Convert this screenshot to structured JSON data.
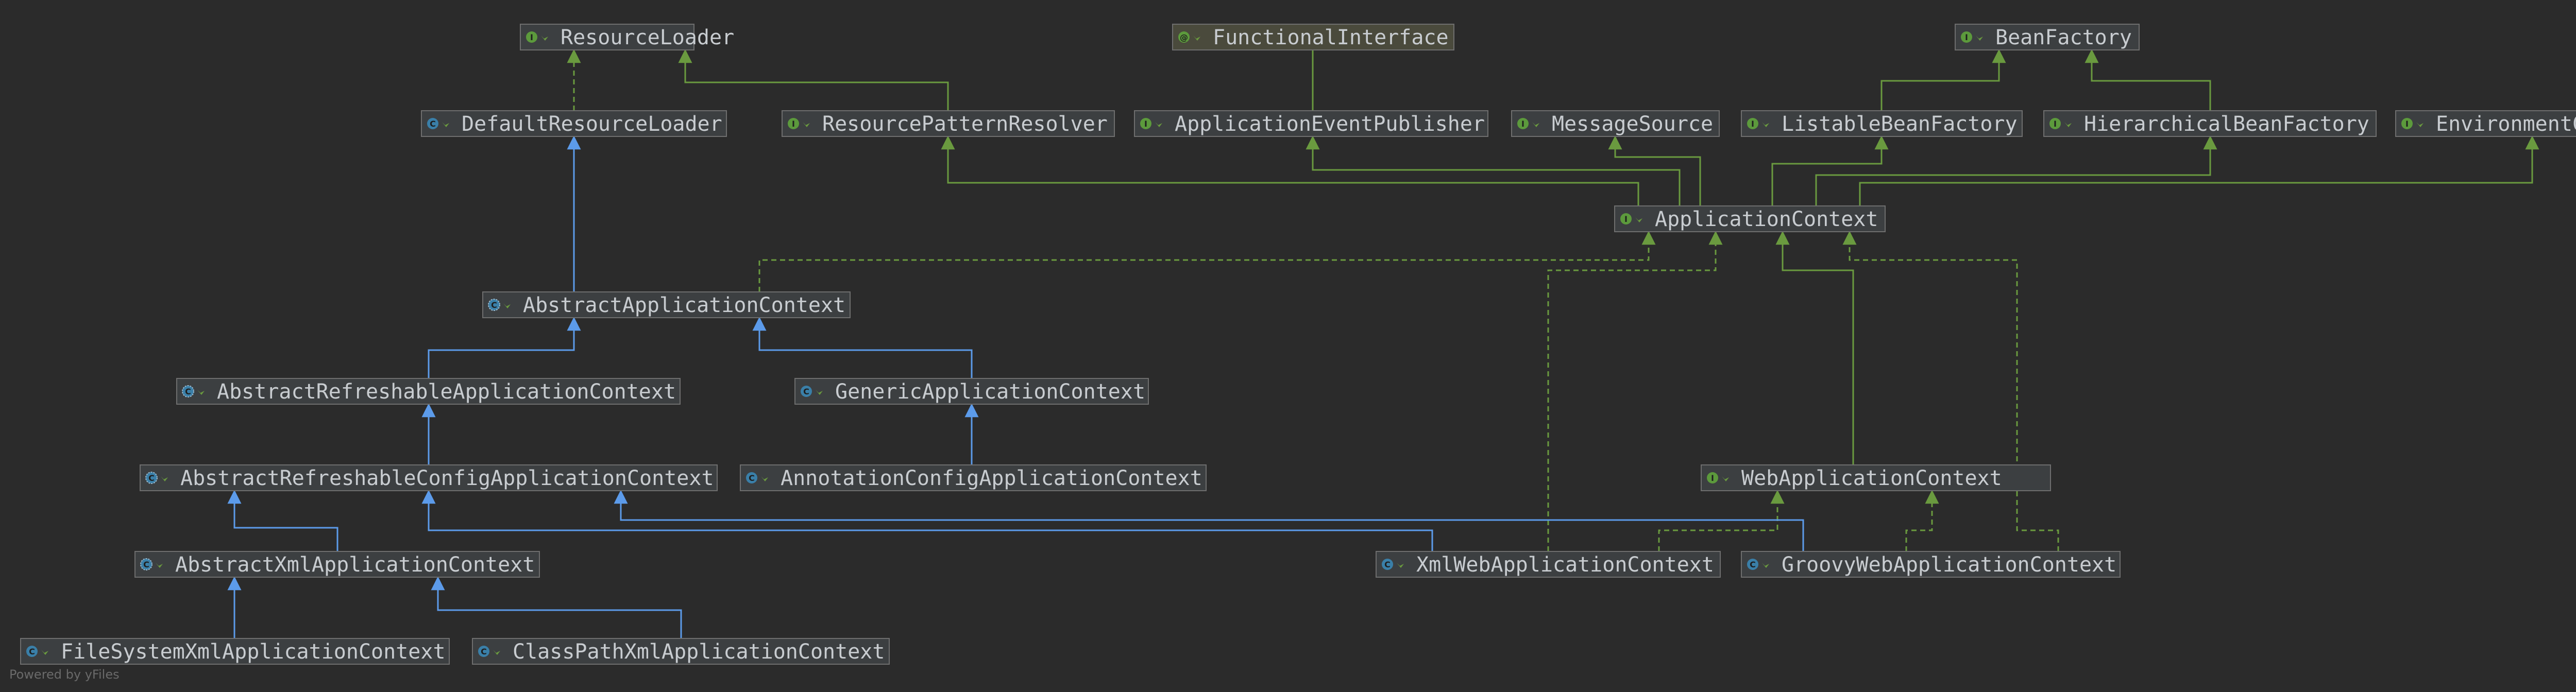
{
  "colors": {
    "background": "#2b2b2b",
    "implements_edge": "#6a9a3f",
    "extends_edge": "#5c9bea",
    "interface_icon": "#5c9a3c",
    "class_icon": "#3a7fa8",
    "annotation_icon": "#5c9a3c"
  },
  "legend_icons": {
    "interface": "interface-i-icon",
    "class": "class-c-icon",
    "abstract_class": "abstract-class-icon",
    "annotation": "annotation-at-icon",
    "public": "public-visibility-icon"
  },
  "nodes": [
    {
      "id": "ResourceLoader",
      "kind": "interface",
      "label": "ResourceLoader"
    },
    {
      "id": "FunctionalInterface",
      "kind": "annotation",
      "label": "FunctionalInterface"
    },
    {
      "id": "BeanFactory",
      "kind": "interface",
      "label": "BeanFactory"
    },
    {
      "id": "DefaultResourceLoader",
      "kind": "class",
      "label": "DefaultResourceLoader"
    },
    {
      "id": "ResourcePatternResolver",
      "kind": "interface",
      "label": "ResourcePatternResolver"
    },
    {
      "id": "ApplicationEventPublisher",
      "kind": "interface",
      "label": "ApplicationEventPublisher"
    },
    {
      "id": "MessageSource",
      "kind": "interface",
      "label": "MessageSource"
    },
    {
      "id": "ListableBeanFactory",
      "kind": "interface",
      "label": "ListableBeanFactory"
    },
    {
      "id": "HierarchicalBeanFactory",
      "kind": "interface",
      "label": "HierarchicalBeanFactory"
    },
    {
      "id": "EnvironmentCapable",
      "kind": "interface",
      "label": "EnvironmentCapable"
    },
    {
      "id": "ApplicationContext",
      "kind": "interface",
      "label": "ApplicationContext"
    },
    {
      "id": "AbstractApplicationContext",
      "kind": "abstract",
      "label": "AbstractApplicationContext"
    },
    {
      "id": "AbstractRefreshableApplicationContext",
      "kind": "abstract",
      "label": "AbstractRefreshableApplicationContext"
    },
    {
      "id": "GenericApplicationContext",
      "kind": "class",
      "label": "GenericApplicationContext"
    },
    {
      "id": "AbstractRefreshableConfigApplicationContext",
      "kind": "abstract",
      "label": "AbstractRefreshableConfigApplicationContext"
    },
    {
      "id": "AnnotationConfigApplicationContext",
      "kind": "class",
      "label": "AnnotationConfigApplicationContext"
    },
    {
      "id": "WebApplicationContext",
      "kind": "interface",
      "label": "WebApplicationContext"
    },
    {
      "id": "AbstractXmlApplicationContext",
      "kind": "abstract",
      "label": "AbstractXmlApplicationContext"
    },
    {
      "id": "XmlWebApplicationContext",
      "kind": "class",
      "label": "XmlWebApplicationContext"
    },
    {
      "id": "GroovyWebApplicationContext",
      "kind": "class",
      "label": "GroovyWebApplicationContext"
    },
    {
      "id": "FileSystemXmlApplicationContext",
      "kind": "class",
      "label": "FileSystemXmlApplicationContext"
    },
    {
      "id": "ClassPathXmlApplicationContext",
      "kind": "class",
      "label": "ClassPathXmlApplicationContext"
    }
  ],
  "edges": [
    {
      "from": "DefaultResourceLoader",
      "to": "ResourceLoader",
      "type": "implements"
    },
    {
      "from": "ResourcePatternResolver",
      "to": "ResourceLoader",
      "type": "interface-extends"
    },
    {
      "from": "ApplicationEventPublisher",
      "to": "FunctionalInterface",
      "type": "annotated"
    },
    {
      "from": "ListableBeanFactory",
      "to": "BeanFactory",
      "type": "interface-extends"
    },
    {
      "from": "HierarchicalBeanFactory",
      "to": "BeanFactory",
      "type": "interface-extends"
    },
    {
      "from": "ApplicationContext",
      "to": "ResourcePatternResolver",
      "type": "interface-extends"
    },
    {
      "from": "ApplicationContext",
      "to": "ApplicationEventPublisher",
      "type": "interface-extends"
    },
    {
      "from": "ApplicationContext",
      "to": "MessageSource",
      "type": "interface-extends"
    },
    {
      "from": "ApplicationContext",
      "to": "ListableBeanFactory",
      "type": "interface-extends"
    },
    {
      "from": "ApplicationContext",
      "to": "HierarchicalBeanFactory",
      "type": "interface-extends"
    },
    {
      "from": "ApplicationContext",
      "to": "EnvironmentCapable",
      "type": "interface-extends"
    },
    {
      "from": "AbstractApplicationContext",
      "to": "DefaultResourceLoader",
      "type": "extends"
    },
    {
      "from": "AbstractApplicationContext",
      "to": "ApplicationContext",
      "type": "implements"
    },
    {
      "from": "AbstractRefreshableApplicationContext",
      "to": "AbstractApplicationContext",
      "type": "extends"
    },
    {
      "from": "GenericApplicationContext",
      "to": "AbstractApplicationContext",
      "type": "extends"
    },
    {
      "from": "AbstractRefreshableConfigApplicationContext",
      "to": "AbstractRefreshableApplicationContext",
      "type": "extends"
    },
    {
      "from": "AnnotationConfigApplicationContext",
      "to": "GenericApplicationContext",
      "type": "extends"
    },
    {
      "from": "WebApplicationContext",
      "to": "ApplicationContext",
      "type": "interface-extends"
    },
    {
      "from": "AbstractXmlApplicationContext",
      "to": "AbstractRefreshableConfigApplicationContext",
      "type": "extends"
    },
    {
      "from": "XmlWebApplicationContext",
      "to": "AbstractRefreshableConfigApplicationContext",
      "type": "extends"
    },
    {
      "from": "XmlWebApplicationContext",
      "to": "ApplicationContext",
      "type": "implements"
    },
    {
      "from": "XmlWebApplicationContext",
      "to": "WebApplicationContext",
      "type": "implements"
    },
    {
      "from": "GroovyWebApplicationContext",
      "to": "AbstractRefreshableConfigApplicationContext",
      "type": "extends"
    },
    {
      "from": "GroovyWebApplicationContext",
      "to": "ApplicationContext",
      "type": "implements"
    },
    {
      "from": "GroovyWebApplicationContext",
      "to": "WebApplicationContext",
      "type": "implements"
    },
    {
      "from": "FileSystemXmlApplicationContext",
      "to": "AbstractXmlApplicationContext",
      "type": "extends"
    },
    {
      "from": "ClassPathXmlApplicationContext",
      "to": "AbstractXmlApplicationContext",
      "type": "extends"
    }
  ],
  "watermark": "Powered by yFiles"
}
